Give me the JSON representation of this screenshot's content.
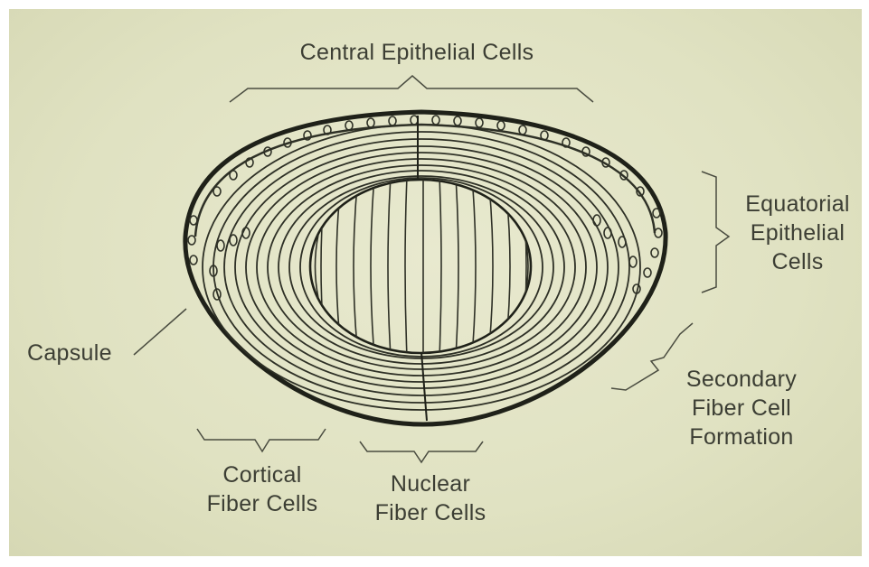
{
  "labels": {
    "central_epithelial": "Central Epithelial Cells",
    "equatorial_epithelial_1": "Equatorial",
    "equatorial_epithelial_2": "Epithelial",
    "equatorial_epithelial_3": "Cells",
    "capsule": "Capsule",
    "secondary_fiber_1": "Secondary",
    "secondary_fiber_2": "Fiber Cell",
    "secondary_fiber_3": "Formation",
    "cortical_fiber_1": "Cortical",
    "cortical_fiber_2": "Fiber Cells",
    "nuclear_fiber_1": "Nuclear",
    "nuclear_fiber_2": "Fiber Cells"
  },
  "colors": {
    "background": "#e0e2c2",
    "ink": "#2e3026",
    "label_text": "#3c3e34"
  }
}
